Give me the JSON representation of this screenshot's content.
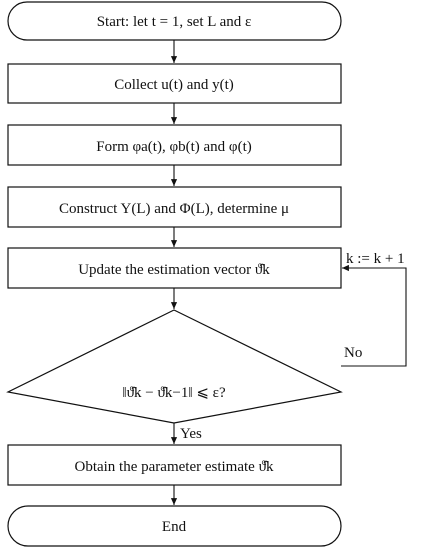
{
  "flowchart": {
    "start": "Start: let t = 1, set L and ε",
    "collect": "Collect u(t) and y(t)",
    "form": "Form φa(t), φb(t) and φ(t)",
    "construct": "Construct Y(L) and Φ(L), determine μ",
    "update": "Update the estimation vector ϑ̂k",
    "decision": "‖ϑ̂k − ϑ̂k−1‖ ⩽ ε?",
    "obtain": "Obtain the parameter estimate ϑ̂k",
    "end": "End",
    "label_no": "No",
    "label_yes": "Yes",
    "label_increment": "k := k + 1"
  }
}
